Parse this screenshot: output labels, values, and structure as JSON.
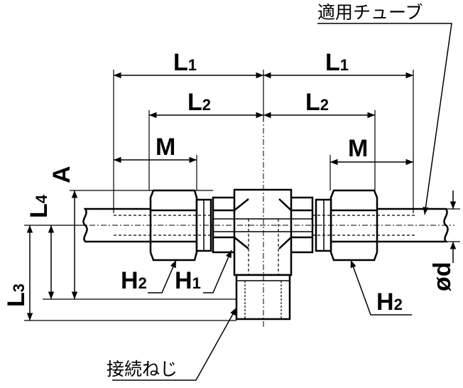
{
  "labels": {
    "tube": "適用チューブ",
    "thread": "接続ねじ",
    "L1_main": "L",
    "L1_sub": "1",
    "L2_main": "L",
    "L2_sub": "2",
    "L3_main": "L",
    "L3_sub": "3",
    "L4_main": "L",
    "L4_sub": "4",
    "M": "M",
    "A": "A",
    "H1_main": "H",
    "H1_sub": "1",
    "H2_main": "H",
    "H2_sub": "2",
    "od": "ød"
  },
  "colors": {
    "line": "#000000",
    "body_fill": "#ffffff",
    "tube_fill": "#ffffff"
  }
}
